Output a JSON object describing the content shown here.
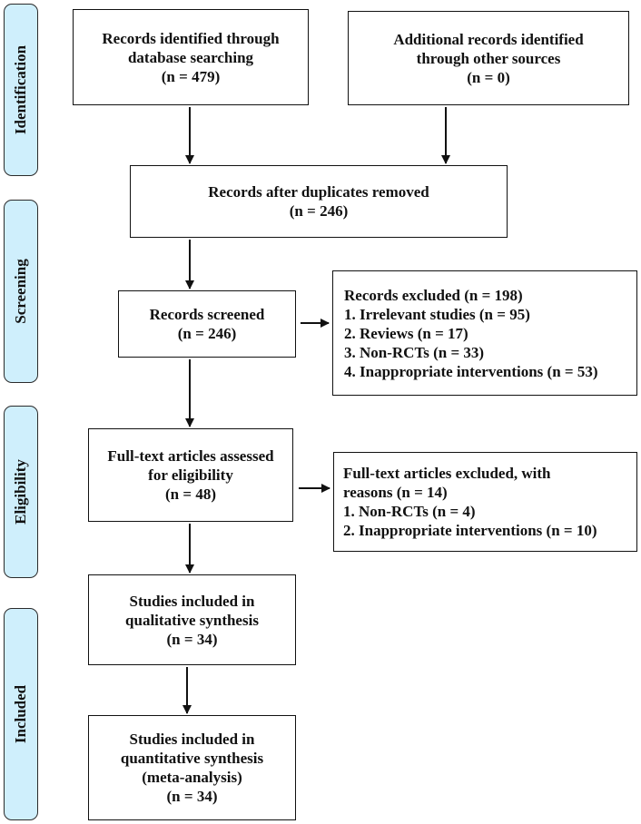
{
  "phases": [
    {
      "id": "identification",
      "label": "Identification"
    },
    {
      "id": "screening",
      "label": "Screening"
    },
    {
      "id": "eligibility",
      "label": "Eligibility"
    },
    {
      "id": "included",
      "label": "Included"
    }
  ],
  "boxes": {
    "database_records": {
      "lines": [
        "Records identified through",
        "database searching",
        "(n = 479)"
      ]
    },
    "other_records": {
      "lines": [
        "Additional records identified",
        "through other sources",
        "(n = 0)"
      ]
    },
    "deduplicated": {
      "lines": [
        "Records after duplicates removed",
        "(n = 246)"
      ]
    },
    "screened": {
      "lines": [
        "Records screened",
        "(n = 246)"
      ]
    },
    "excluded": {
      "lines": [
        "Records excluded (n = 198)",
        "1. Irrelevant studies (n = 95)",
        "2. Reviews (n = 17)",
        "3. Non-RCTs (n = 33)",
        "4. Inappropriate interventions (n = 53)"
      ]
    },
    "fulltext": {
      "lines": [
        "Full-text articles assessed",
        "for eligibility",
        "(n = 48)"
      ]
    },
    "fulltext_excluded": {
      "lines": [
        "Full-text articles excluded, with",
        "reasons (n = 14)",
        "1. Non-RCTs (n = 4)",
        "2. Inappropriate interventions (n = 10)"
      ]
    },
    "qualitative": {
      "lines": [
        "Studies included in",
        "qualitative synthesis",
        "(n = 34)"
      ]
    },
    "quantitative": {
      "lines": [
        "Studies included in",
        "quantitative synthesis",
        "(meta-analysis)",
        "(n = 34)"
      ]
    }
  }
}
